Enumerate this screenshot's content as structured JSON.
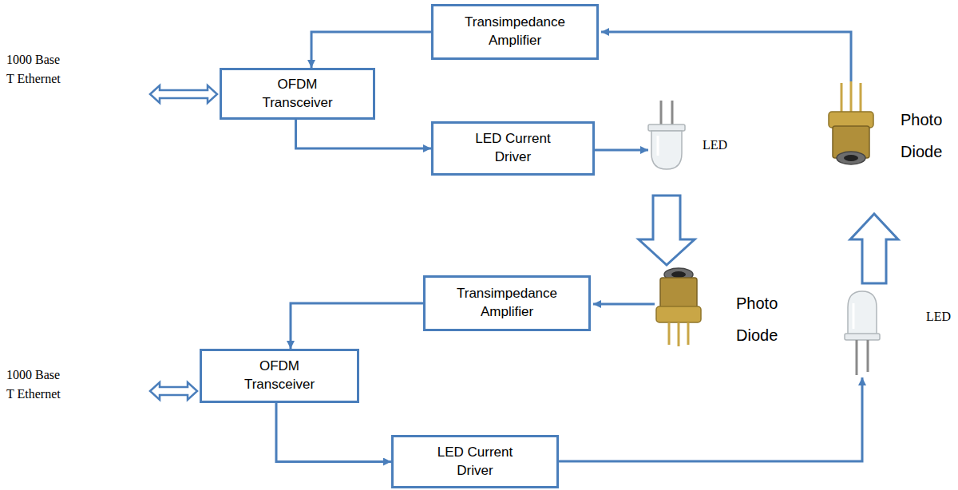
{
  "diagram": {
    "nodes": [
      {
        "text": [
          "Transimpedance Amplifier"
        ]
      },
      {
        "text": [
          "OFDM Transceiver"
        ]
      },
      {
        "text": [
          "LED Current Driver"
        ]
      },
      {
        "text": [
          "Transimpedance Amplifier"
        ]
      },
      {
        "text": [
          "OFDM Transceiver"
        ]
      },
      {
        "text": [
          "LED Current Driver"
        ]
      }
    ],
    "edges": [
      {
        "from": 0,
        "to": 1,
        "arrow": "to"
      },
      {
        "from": 1,
        "to": 2,
        "arrow": "to"
      },
      {
        "from": 3,
        "to": 4,
        "arrow": "to"
      },
      {
        "from": 4,
        "to": 5,
        "arrow": "to"
      }
    ],
    "labels": [
      "1000 Base T Ethernet",
      "LED",
      "Photo Diode",
      "Photo Diode",
      "LED",
      "1000 Base T Ethernet"
    ]
  }
}
